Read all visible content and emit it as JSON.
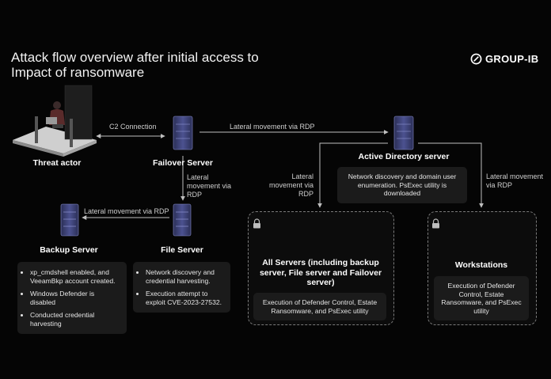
{
  "title_line1": "Attack flow overview after initial access to",
  "title_line2": "Impact of ransomware",
  "brand": "GROUP-IB",
  "nodes": {
    "threat_actor": "Threat actor",
    "failover_server": "Failover Server",
    "active_directory": "Active Directory server",
    "backup_server": "Backup Server",
    "file_server": "File Server"
  },
  "edges": {
    "c2": "C2 Connection",
    "failover_to_ad": "Lateral movement via RDP",
    "failover_to_file_l1": "Lateral",
    "failover_to_file_l2": "movement via",
    "failover_to_file_l3": "RDP",
    "file_to_backup": "Lateral movement via RDP",
    "ad_to_servers_l1": "Lateral",
    "ad_to_servers_l2": "movement via",
    "ad_to_servers_l3": "RDP",
    "ad_to_ws_l1": "Lateral movement",
    "ad_to_ws_l2": "via RDP"
  },
  "ad_info": "Network discovery and domain user enumeration. PsExec utility is downloaded",
  "backup_info": [
    "xp_cmdshell enabled, and VeeamBkp account created.",
    "Windows Defender is disabled",
    "Conducted credential harvesting"
  ],
  "file_info": [
    "Network discovery and credential harvesting.",
    "Execution attempt to exploit CVE-2023-27532."
  ],
  "groups": {
    "all_servers_l1": "All Servers (including backup",
    "all_servers_l2": "server, File server and Failover",
    "all_servers_l3": "server)",
    "all_servers_info": "Execution of Defender Control, Estate Ransomware, and PsExec utility",
    "workstations": "Workstations",
    "workstations_info": "Execution of Defender Control, Estate Ransomware, and PsExec utility"
  },
  "colors": {
    "background": "#050505",
    "server_body": "#3a3f6e",
    "server_accent": "#6d74b8",
    "line": "#bfbfbf",
    "card": "#1b1b1b"
  },
  "icons": [
    "logo-mark-icon",
    "server-icon",
    "laptop-user-icon",
    "lock-icon",
    "monitor-icon"
  ]
}
